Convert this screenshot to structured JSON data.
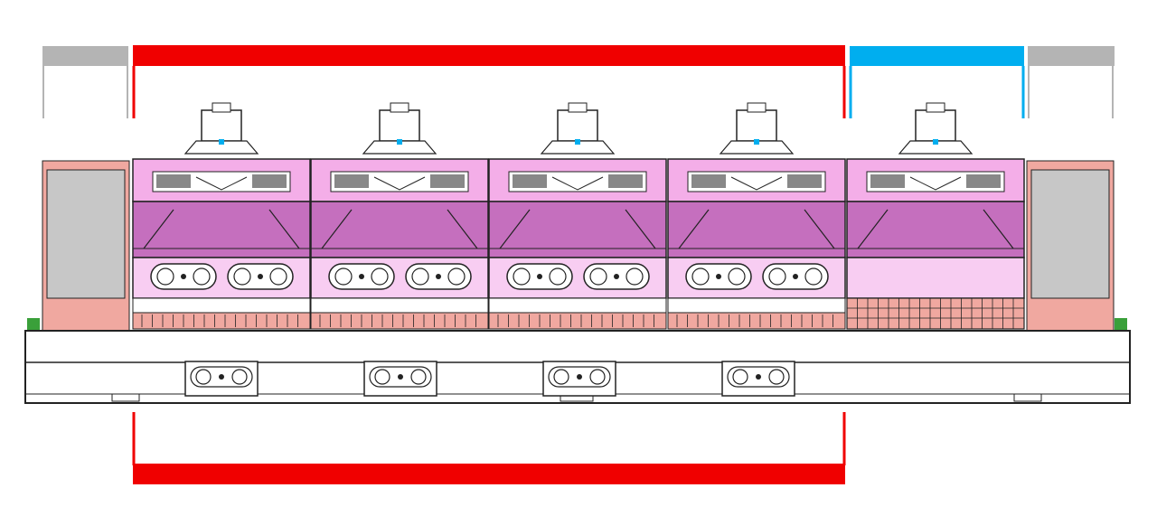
{
  "colors": {
    "background": "#ffffff",
    "red": "#f00000",
    "blue": "#00aeef",
    "gray": "#b4b4b4",
    "pink_panel": "#f4aee8",
    "magenta": "#c56fbe",
    "light_pink": "#f8cdf2",
    "salmon": "#f0a8a0",
    "side_gray": "#c7c7c7",
    "outline": "#222222",
    "green": "#3aa03a"
  },
  "diagram": {
    "machine_modules": [
      {
        "id": "module-1",
        "variant": "magenta-rollers"
      },
      {
        "id": "module-2",
        "variant": "magenta-rollers"
      },
      {
        "id": "module-3",
        "variant": "magenta-rollers"
      },
      {
        "id": "module-4",
        "variant": "magenta-rollers"
      },
      {
        "id": "module-5",
        "variant": "pink-grid"
      }
    ],
    "side_panels": [
      "left-end-panel",
      "right-end-panel"
    ],
    "base_roller_units": 4,
    "brackets_top": [
      {
        "name": "left-gray-bracket",
        "color": "gray"
      },
      {
        "name": "red-bracket-top",
        "color": "red"
      },
      {
        "name": "blue-bracket",
        "color": "blue"
      },
      {
        "name": "right-gray-bracket",
        "color": "gray"
      }
    ],
    "brackets_bottom": [
      {
        "name": "red-bracket-bottom",
        "color": "red"
      }
    ]
  }
}
